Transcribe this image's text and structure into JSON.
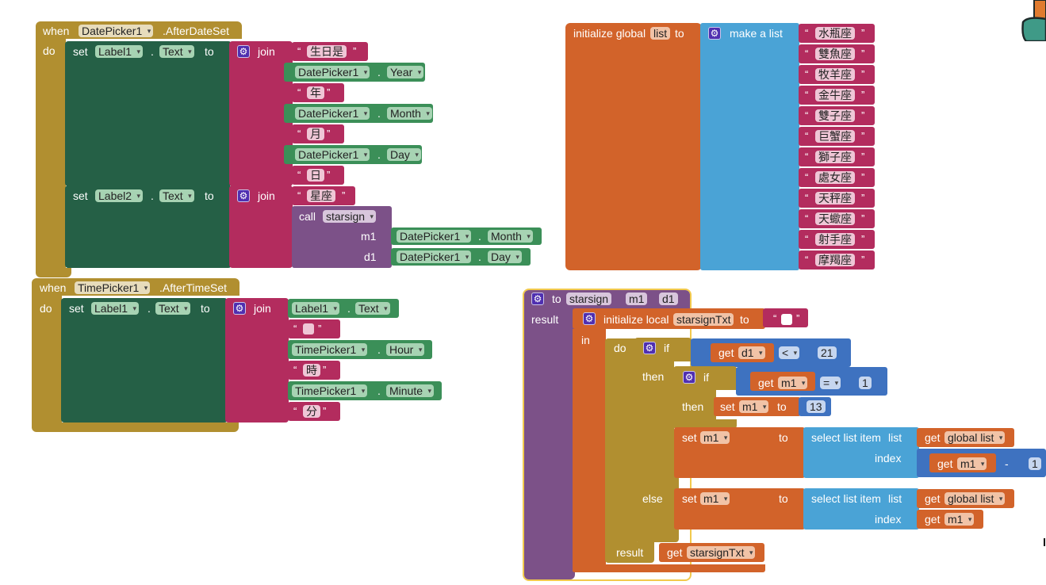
{
  "event1": {
    "when": "when",
    "component": "DatePicker1",
    "event": ".AfterDateSet",
    "do": "do",
    "set1": {
      "set": "set",
      "target": "Label1",
      "dot": ".",
      "prop": "Text",
      "to": "to",
      "join": "join"
    },
    "join1_items": [
      {
        "kind": "text",
        "value": "生日是"
      },
      {
        "kind": "comp",
        "component": "DatePicker1",
        "prop": "Year"
      },
      {
        "kind": "text",
        "value": "年"
      },
      {
        "kind": "comp",
        "component": "DatePicker1",
        "prop": "Month"
      },
      {
        "kind": "text",
        "value": "月"
      },
      {
        "kind": "comp",
        "component": "DatePicker1",
        "prop": "Day"
      },
      {
        "kind": "text",
        "value": "日"
      }
    ],
    "set2": {
      "set": "set",
      "target": "Label2",
      "dot": ".",
      "prop": "Text",
      "to": "to",
      "join": "join"
    },
    "join2_text": "星座",
    "call": {
      "call": "call",
      "proc": "starsign",
      "arg1": "m1",
      "arg1_comp": "DatePicker1",
      "arg1_prop": "Month",
      "arg2": "d1",
      "arg2_comp": "DatePicker1",
      "arg2_prop": "Day"
    }
  },
  "event2": {
    "when": "when",
    "component": "TimePicker1",
    "event": ".AfterTimeSet",
    "do": "do",
    "set": {
      "set": "set",
      "target": "Label1",
      "dot": ".",
      "prop": "Text",
      "to": "to",
      "join": "join"
    },
    "items": [
      {
        "kind": "comp",
        "component": "Label1",
        "prop": "Text"
      },
      {
        "kind": "text",
        "value": " "
      },
      {
        "kind": "comp",
        "component": "TimePicker1",
        "prop": "Hour"
      },
      {
        "kind": "text",
        "value": "時"
      },
      {
        "kind": "comp",
        "component": "TimePicker1",
        "prop": "Minute"
      },
      {
        "kind": "text",
        "value": "分"
      }
    ]
  },
  "global": {
    "initialize": "initialize global",
    "name": "list",
    "to": "to",
    "make_list": "make a list",
    "items": [
      "水瓶座",
      "雙魚座",
      "牧羊座",
      "金牛座",
      "雙子座",
      "巨蟹座",
      "獅子座",
      "處女座",
      "天秤座",
      "天蠍座",
      "射手座",
      "摩羯座"
    ]
  },
  "proc": {
    "to": "to",
    "name": "starsign",
    "param1": "m1",
    "param2": "d1",
    "result": "result",
    "init_local": "initialize local",
    "local_name": "starsignTxt",
    "local_to": "to",
    "in": "in",
    "do": "do",
    "if": "if",
    "then": "then",
    "else": "else",
    "cond1": {
      "get": "get",
      "var": "d1",
      "op": "<",
      "num": "21"
    },
    "cond2": {
      "get": "get",
      "var": "m1",
      "op": "=",
      "num": "1"
    },
    "set_m1": {
      "set": "set",
      "var": "m1",
      "to": "to",
      "num": "13"
    },
    "set_txt1": {
      "set": "set",
      "var": "m1",
      "to": "to",
      "select": "select list item",
      "list": "list",
      "get_list": "get",
      "list_var": "global list",
      "index": "index",
      "get": "get",
      "minus": "-",
      "num": "1"
    },
    "set_txt2": {
      "set": "set",
      "var": "m1",
      "to": "to",
      "select": "select list item",
      "list": "list",
      "get_list": "get",
      "list_var": "global list",
      "index": "index",
      "get": "get"
    },
    "result2": "result",
    "get_result": "get",
    "result_var": "starsignTxt"
  }
}
